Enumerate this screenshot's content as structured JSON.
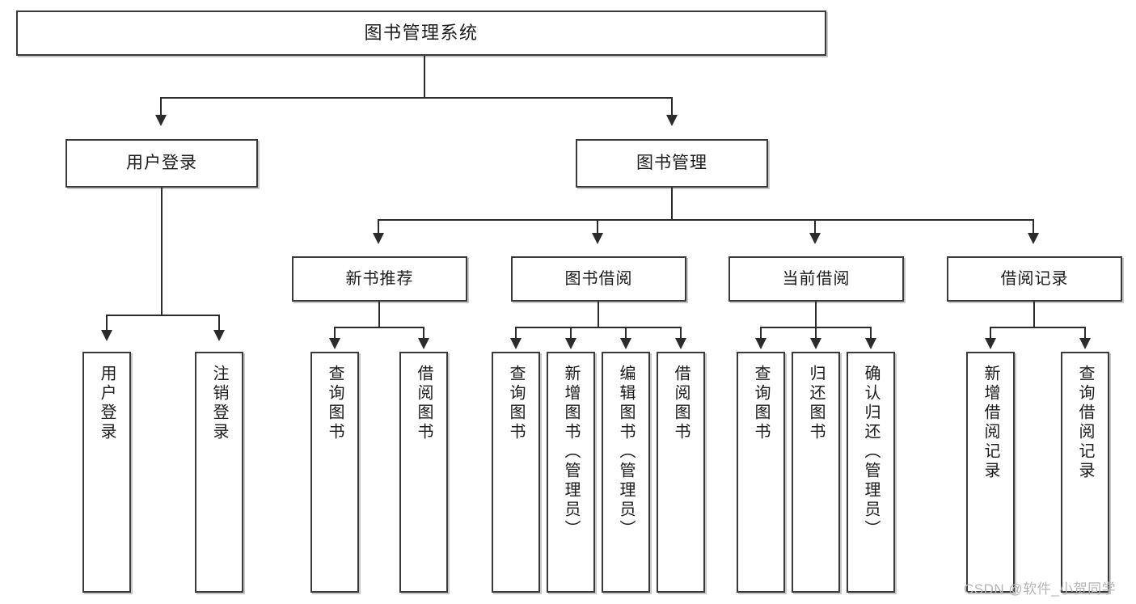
{
  "diagram": {
    "type": "hierarchy-tree",
    "title": "图书管理系统",
    "watermark": "CSDN @软件_小贺同学",
    "colors": {
      "background": "#ffffff",
      "box_border": "#3a3a3a",
      "connector": "#2b2b2b",
      "text": "#1b1b1b",
      "watermark": "#b4b4b4"
    },
    "levels": {
      "root": "图书管理系统",
      "level2": [
        "用户登录",
        "图书管理"
      ],
      "level3": [
        "新书推荐",
        "图书借阅",
        "当前借阅",
        "借阅记录"
      ],
      "leaves": [
        "用户登录",
        "注销登录",
        "查询图书",
        "借阅图书",
        "查询图书",
        "新增图书（管理员）",
        "编辑图书（管理员）",
        "借阅图书",
        "查询图书",
        "归还图书",
        "确认归还（管理员）",
        "新增借阅记录",
        "查询借阅记录"
      ]
    },
    "nodes": {
      "root": {
        "label": "图书管理系统"
      },
      "user_login": {
        "label": "用户登录"
      },
      "book_manage": {
        "label": "图书管理"
      },
      "new_book_rec": {
        "label": "新书推荐"
      },
      "book_borrow": {
        "label": "图书借阅"
      },
      "current_borrow": {
        "label": "当前借阅"
      },
      "borrow_record": {
        "label": "借阅记录"
      },
      "leaf_user_login": {
        "label": "用户登录"
      },
      "leaf_logout": {
        "label": "注销登录"
      },
      "leaf_query_book_a": {
        "label": "查询图书"
      },
      "leaf_borrow_book_a": {
        "label": "借阅图书"
      },
      "leaf_query_book_b": {
        "label": "查询图书"
      },
      "leaf_add_book": {
        "label": "新增图书（管理员）"
      },
      "leaf_edit_book": {
        "label": "编辑图书（管理员）"
      },
      "leaf_borrow_book_b": {
        "label": "借阅图书"
      },
      "leaf_query_book_c": {
        "label": "查询图书"
      },
      "leaf_return_book": {
        "label": "归还图书"
      },
      "leaf_confirm_return": {
        "label": "确认归还（管理员）"
      },
      "leaf_add_record": {
        "label": "新增借阅记录"
      },
      "leaf_query_record": {
        "label": "查询借阅记录"
      }
    },
    "edges": [
      {
        "from": "图书管理系统",
        "to": "用户登录"
      },
      {
        "from": "图书管理系统",
        "to": "图书管理"
      },
      {
        "from": "用户登录",
        "to": "用户登录"
      },
      {
        "from": "用户登录",
        "to": "注销登录"
      },
      {
        "from": "图书管理",
        "to": "新书推荐"
      },
      {
        "from": "图书管理",
        "to": "图书借阅"
      },
      {
        "from": "图书管理",
        "to": "当前借阅"
      },
      {
        "from": "图书管理",
        "to": "借阅记录"
      },
      {
        "from": "新书推荐",
        "to": "查询图书"
      },
      {
        "from": "新书推荐",
        "to": "借阅图书"
      },
      {
        "from": "图书借阅",
        "to": "查询图书"
      },
      {
        "from": "图书借阅",
        "to": "新增图书（管理员）"
      },
      {
        "from": "图书借阅",
        "to": "编辑图书（管理员）"
      },
      {
        "from": "图书借阅",
        "to": "借阅图书"
      },
      {
        "from": "当前借阅",
        "to": "查询图书"
      },
      {
        "from": "当前借阅",
        "to": "归还图书"
      },
      {
        "from": "当前借阅",
        "to": "确认归还（管理员）"
      },
      {
        "from": "借阅记录",
        "to": "新增借阅记录"
      },
      {
        "from": "借阅记录",
        "to": "查询借阅记录"
      }
    ]
  }
}
